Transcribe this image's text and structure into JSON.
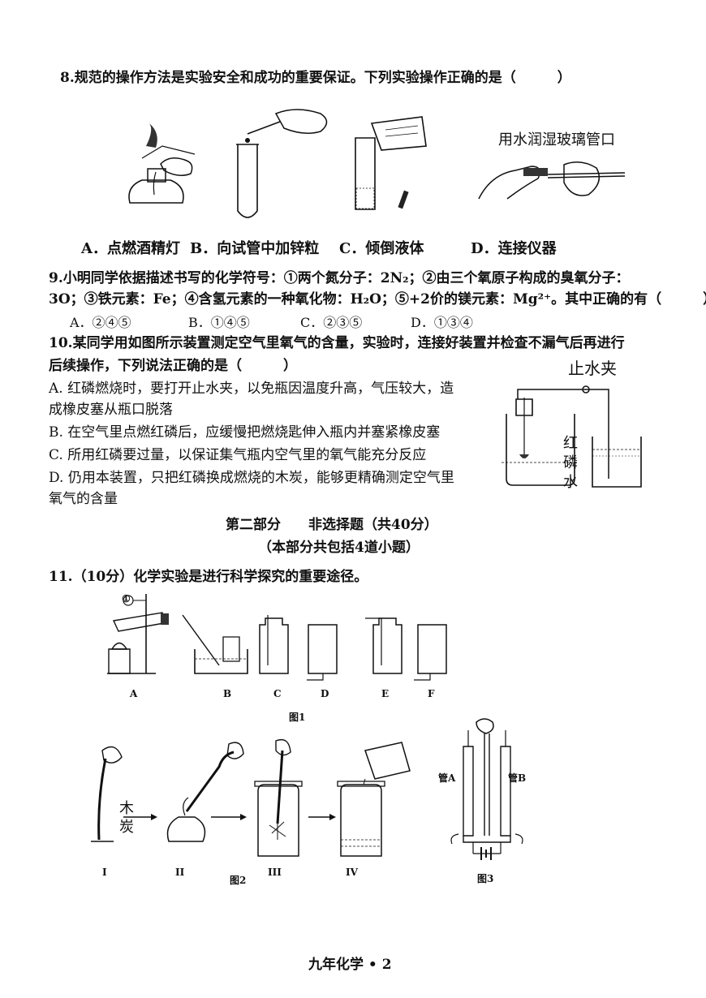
{
  "q8": {
    "stem": "8.规范的操作方法是实验安全和成功的重要保证。下列实验操作正确的是（　　　）",
    "figure_note": "用水润湿玻璃管口",
    "options": [
      "A．点燃酒精灯",
      "B．向试管中加锌粒",
      "C．倾倒液体",
      "D．连接仪器"
    ]
  },
  "q9": {
    "line1": "9.小明同学依据描述书写的化学符号：①两个氮分子：2N₂；②由三个氧原子构成的臭氧分子：",
    "line2": "3O；③铁元素：Fe；④含氢元素的一种氧化物：H₂O；⑤+2价的镁元素：Mg²⁺。其中正确的有（　　　）",
    "options": [
      "A．②④⑤",
      "B．①④⑤",
      "C．②③⑤",
      "D．①③④"
    ]
  },
  "q10": {
    "stem1": "10.某同学用如图所示装置测定空气里氧气的含量，实验时，连接好装置并检查不漏气后再进行",
    "stem2": "后续操作，下列说法正确的是（　　　）",
    "A1": "A.  红磷燃烧时，要打开止水夹，以免瓶因温度升高，气压较大，造",
    "A2": "成橡皮塞从瓶口脱落",
    "B": "B.  在空气里点燃红磷后，应缓慢把燃烧匙伸入瓶内并塞紧橡皮塞",
    "C": "C.  所用红磷要过量，以保证集气瓶内空气里的氧气能充分反应",
    "D1": "D.  仍用本装置，只把红磷换成燃烧的木炭，能够更精确测定空气里",
    "D2": "氧气的含量",
    "labels": {
      "clamp": "止水夹",
      "p1": "红",
      "p2": "磷",
      "water": "水"
    }
  },
  "part2": {
    "title": "第二部分　　非选择题（共40分）",
    "subtitle": "（本部分共包括4道小题）"
  },
  "q11": {
    "stem": "11.（10分）化学实验是进行科学探究的重要途径。",
    "fig1": {
      "marker": "①",
      "labels": [
        "A",
        "B",
        "C",
        "D",
        "E",
        "F"
      ],
      "caption": "图1"
    },
    "fig2": {
      "steps": [
        "I",
        "II",
        "III",
        "IV"
      ],
      "char1": "木",
      "char2": "炭",
      "caption": "图2"
    },
    "fig3": {
      "tubeA": "管A",
      "tubeB": "管B",
      "caption": "图3"
    }
  },
  "footer": "九年化学 • 2"
}
